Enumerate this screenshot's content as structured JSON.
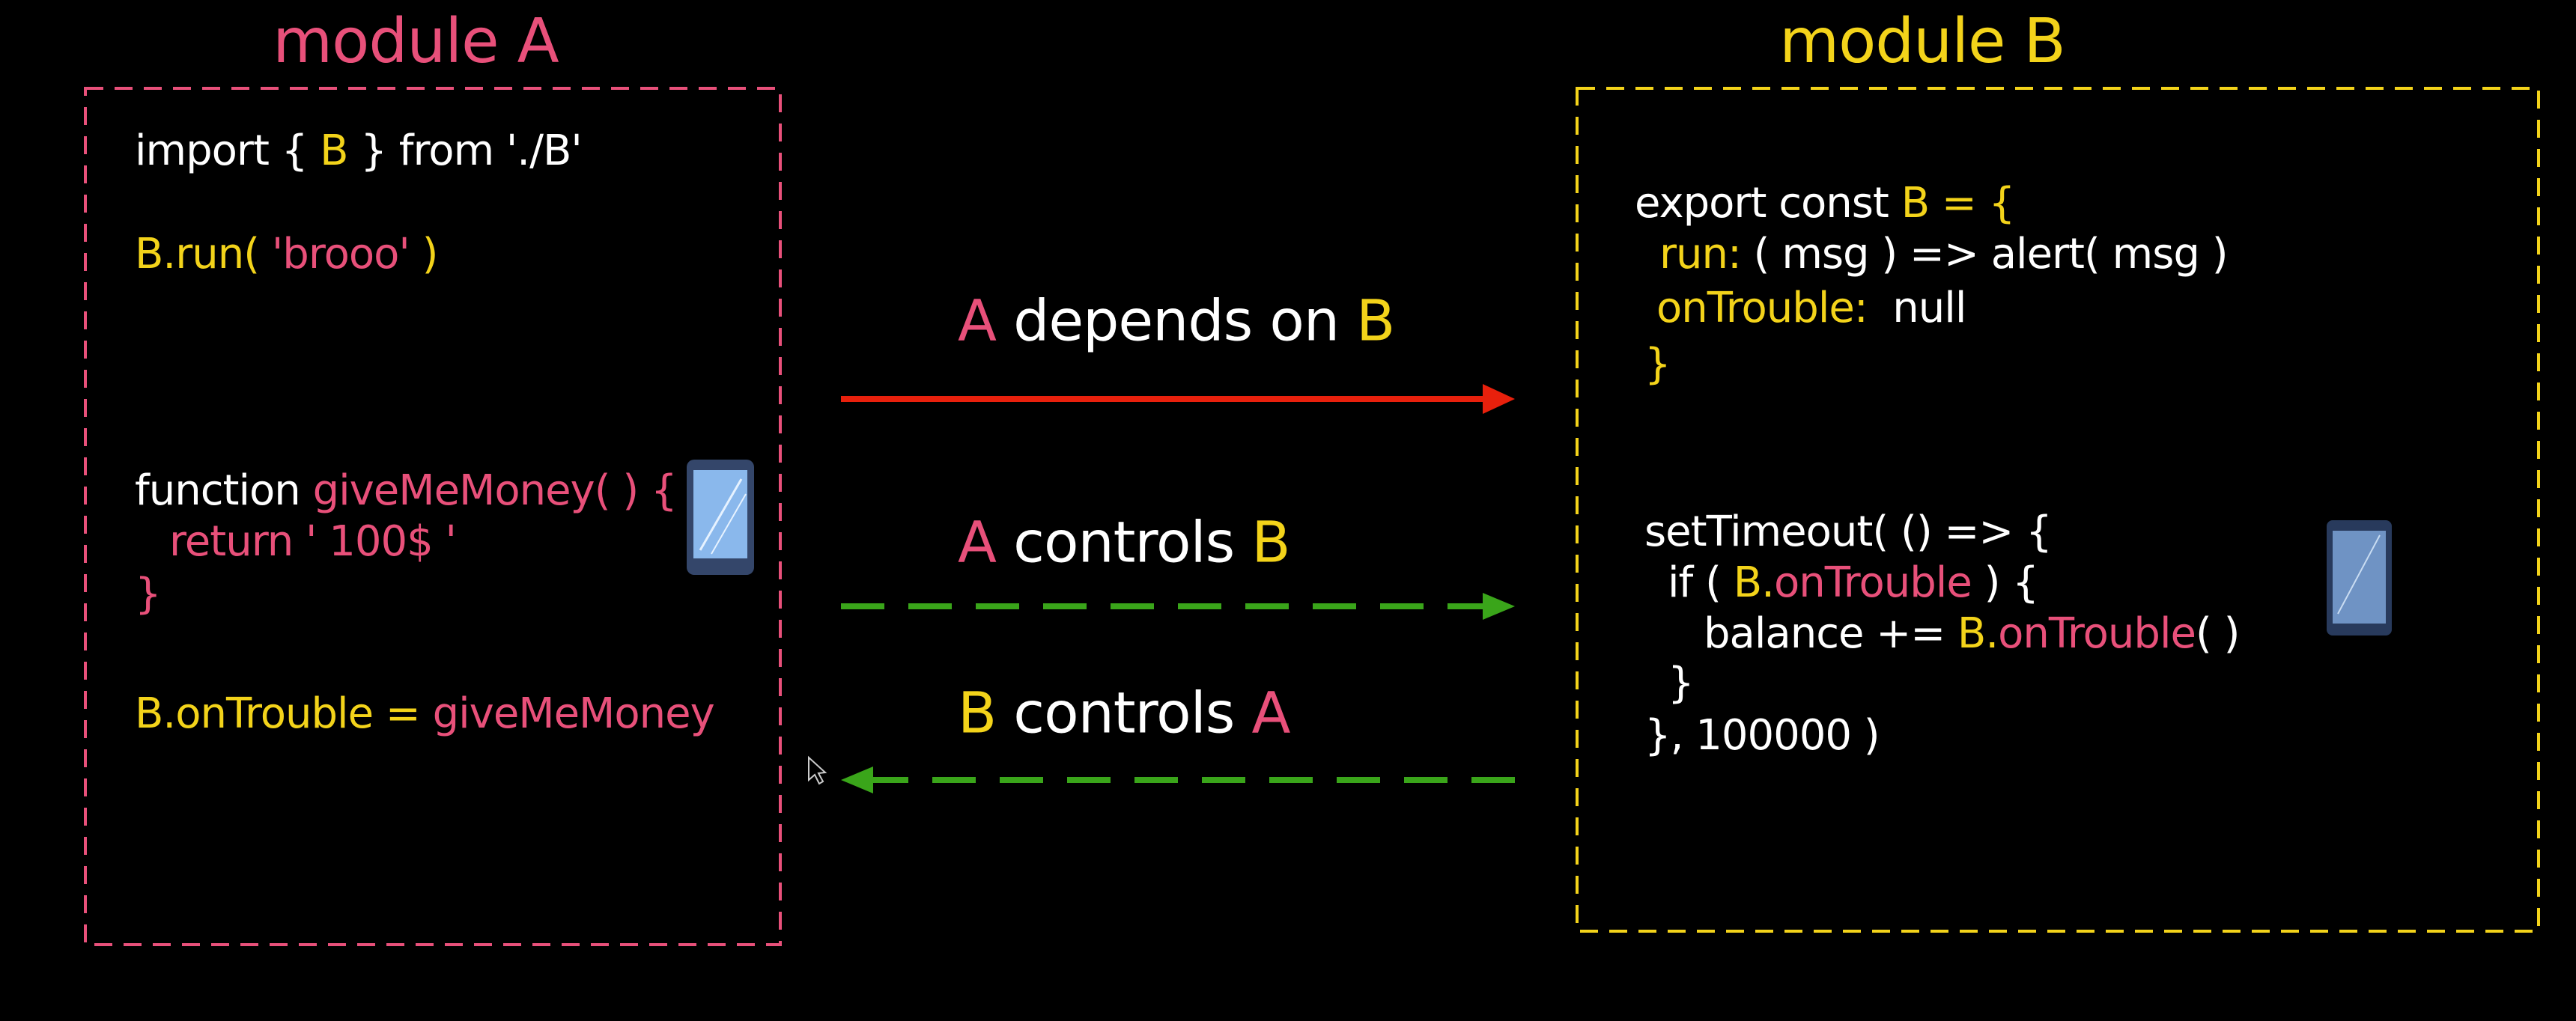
{
  "colors": {
    "pink": "#e8507a",
    "yellow": "#f3d31a",
    "red": "#e8200c",
    "green": "#3aa51a",
    "white": "#ffffff"
  },
  "module_a": {
    "title": "module A",
    "lines": [
      [
        {
          "t": "import { ",
          "c": "w"
        },
        {
          "t": "B",
          "c": "y"
        },
        {
          "t": " } from './B'",
          "c": "w"
        }
      ],
      [
        {
          "t": "B.run( ",
          "c": "y"
        },
        {
          "t": "'brooo'",
          "c": "p"
        },
        {
          "t": " )",
          "c": "y"
        }
      ],
      [
        {
          "t": "function ",
          "c": "w"
        },
        {
          "t": "giveMeMoney( ) {",
          "c": "p"
        }
      ],
      [
        {
          "t": "return ' 100$ '",
          "c": "p"
        }
      ],
      [
        {
          "t": "}",
          "c": "p"
        }
      ],
      [
        {
          "t": "B.onTrouble = ",
          "c": "y"
        },
        {
          "t": "giveMeMoney",
          "c": "p"
        }
      ]
    ],
    "icon": "phone-icon"
  },
  "module_b": {
    "title": "module B",
    "lines": [
      [
        {
          "t": "export const ",
          "c": "w"
        },
        {
          "t": "B = {",
          "c": "y"
        }
      ],
      [
        {
          "t": "run:",
          "c": "y"
        },
        {
          "t": " ( msg ) => alert( msg )",
          "c": "w"
        }
      ],
      [
        {
          "t": "onTrouble:",
          "c": "y"
        },
        {
          "t": "  null",
          "c": "w"
        }
      ],
      [
        {
          "t": "}",
          "c": "y"
        }
      ],
      [
        {
          "t": "setTimeout( () => {",
          "c": "w"
        }
      ],
      [
        {
          "t": "if ( ",
          "c": "w"
        },
        {
          "t": "B.",
          "c": "y"
        },
        {
          "t": "onTrouble",
          "c": "p"
        },
        {
          "t": " ) {",
          "c": "w"
        }
      ],
      [
        {
          "t": "balance += ",
          "c": "w"
        },
        {
          "t": "B.",
          "c": "y"
        },
        {
          "t": "onTrouble",
          "c": "p"
        },
        {
          "t": "( )",
          "c": "w"
        }
      ],
      [
        {
          "t": "}",
          "c": "w"
        }
      ],
      [
        {
          "t": "}, 100000 )",
          "c": "w"
        }
      ]
    ],
    "icon": "phone-icon"
  },
  "relations": [
    [
      {
        "t": "A",
        "c": "p"
      },
      {
        "t": " depends on ",
        "c": "w"
      },
      {
        "t": "B",
        "c": "y"
      }
    ],
    [
      {
        "t": "A",
        "c": "p"
      },
      {
        "t": " controls ",
        "c": "w"
      },
      {
        "t": "B",
        "c": "y"
      }
    ],
    [
      {
        "t": "B",
        "c": "y"
      },
      {
        "t": " controls ",
        "c": "w"
      },
      {
        "t": "A",
        "c": "p"
      }
    ]
  ]
}
